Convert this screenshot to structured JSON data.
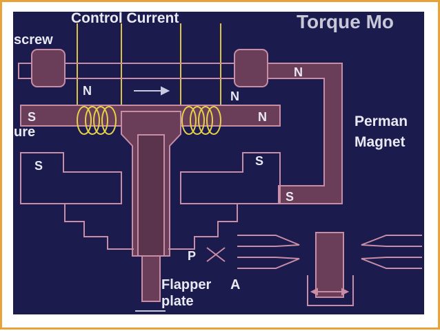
{
  "slide": {
    "background_color": "#ffffff",
    "border_color": "#e8a23a",
    "diagram_background_color": "#1c1b4e"
  },
  "diagram": {
    "labels": {
      "top_center": "Control Current",
      "top_right": "Torque Mo",
      "left_screw": "screw",
      "left_armature": "ure",
      "right_perm_1": "Perman",
      "right_perm_2": "Magnet",
      "flapper_1": "Flapper",
      "flapper_2": "plate",
      "pole_n_left": "N",
      "pole_n_mid": "N",
      "pole_n_top_right": "N",
      "pole_n_right": "N",
      "pole_s_left": "S",
      "pole_s_lower_left": "S",
      "pole_s_lower_right": "S",
      "pole_s_bottom_right": "S",
      "port_a": "A",
      "port_p": "P"
    },
    "colors": {
      "body_fill": "#6a3e58",
      "body_stroke": "#c98ea6",
      "coil": "#e6d24a",
      "wire": "#e0c34a",
      "text": "#e9e9f4",
      "title_text": "#c8c8d8"
    }
  }
}
